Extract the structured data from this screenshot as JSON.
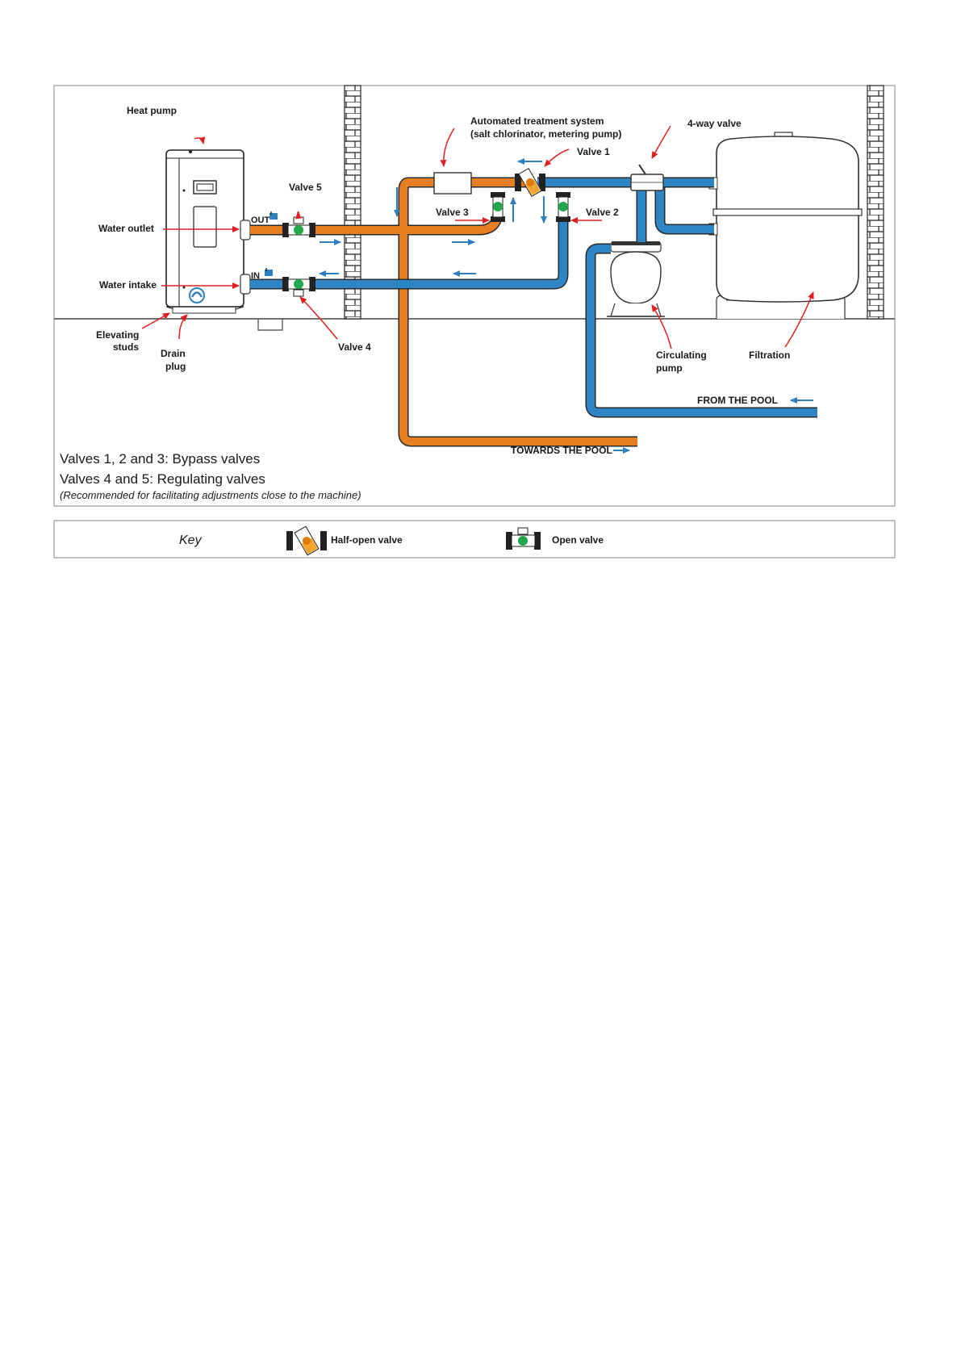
{
  "labels": {
    "heat_pump": "Heat pump",
    "automated_line1": "Automated treatment system",
    "automated_line2": "(salt chlorinator, metering pump)",
    "four_way": "4-way valve",
    "valve1": "Valve 1",
    "valve2": "Valve 2",
    "valve3": "Valve 3",
    "valve4": "Valve 4",
    "valve5": "Valve 5",
    "water_outlet": "Water outlet",
    "water_intake": "Water intake",
    "elevating_1": "Elevating",
    "elevating_2": "studs",
    "drain_1": "Drain",
    "drain_2": "plug",
    "circ_1": "Circulating",
    "circ_2": "pump",
    "filtration": "Filtration",
    "from_pool": "FROM THE POOL",
    "towards_pool": "TOWARDS THE POOL",
    "out_port": "OUT",
    "in_port": "IN"
  },
  "notes": {
    "line1": "Valves 1, 2 and 3: Bypass valves",
    "line2": "Valves 4 and 5: Regulating valves",
    "line3": "(Recommended for facilitating adjustments close to the machine)"
  },
  "key": {
    "title": "Key",
    "half_open": "Half-open valve",
    "open": "Open valve"
  },
  "colors": {
    "hot_pipe": "#e67e22",
    "cold_pipe": "#2d85c5",
    "arrow_red": "#e02020",
    "flow_blue": "#2d7fc1",
    "valve_green": "#22a84a"
  }
}
